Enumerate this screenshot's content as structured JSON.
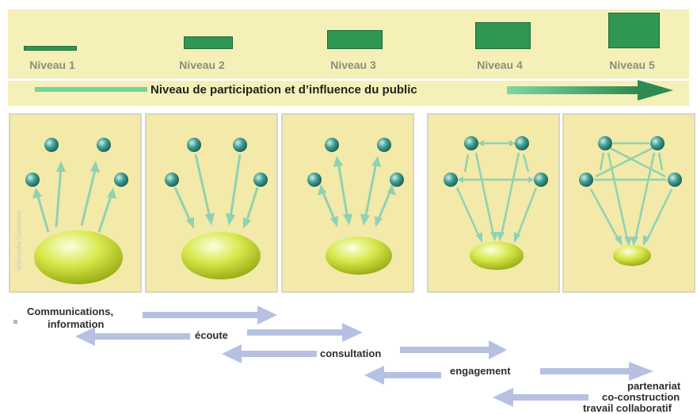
{
  "levels": {
    "l1": "Niveau 1",
    "l2": "Niveau 2",
    "l3": "Niveau 3",
    "l4": "Niveau 4",
    "l5": "Niveau 5"
  },
  "header_arrow": "Niveau de participation et d’influence du public",
  "scale": {
    "communications": "Communications,",
    "information": "information",
    "ecoute": "écoute",
    "consultation": "consultation",
    "engagement": "engagement",
    "partenariat": "partenariat",
    "coconstruction": "co-construction",
    "travail": "travail collaboratif"
  },
  "watermark": "Wikimedia Commons",
  "colors": {
    "band": "#f4f0b8",
    "panel": "#f3e9a8",
    "bar": "#2f9653",
    "node": "#2c7f77",
    "ellipse": "#cbdc2f",
    "diagram_arrow": "#8ed2b4",
    "scale_arrow": "#b6c1e2"
  },
  "icons": [
    "level-bar",
    "node-dot",
    "public-ellipse",
    "double-arrow"
  ]
}
